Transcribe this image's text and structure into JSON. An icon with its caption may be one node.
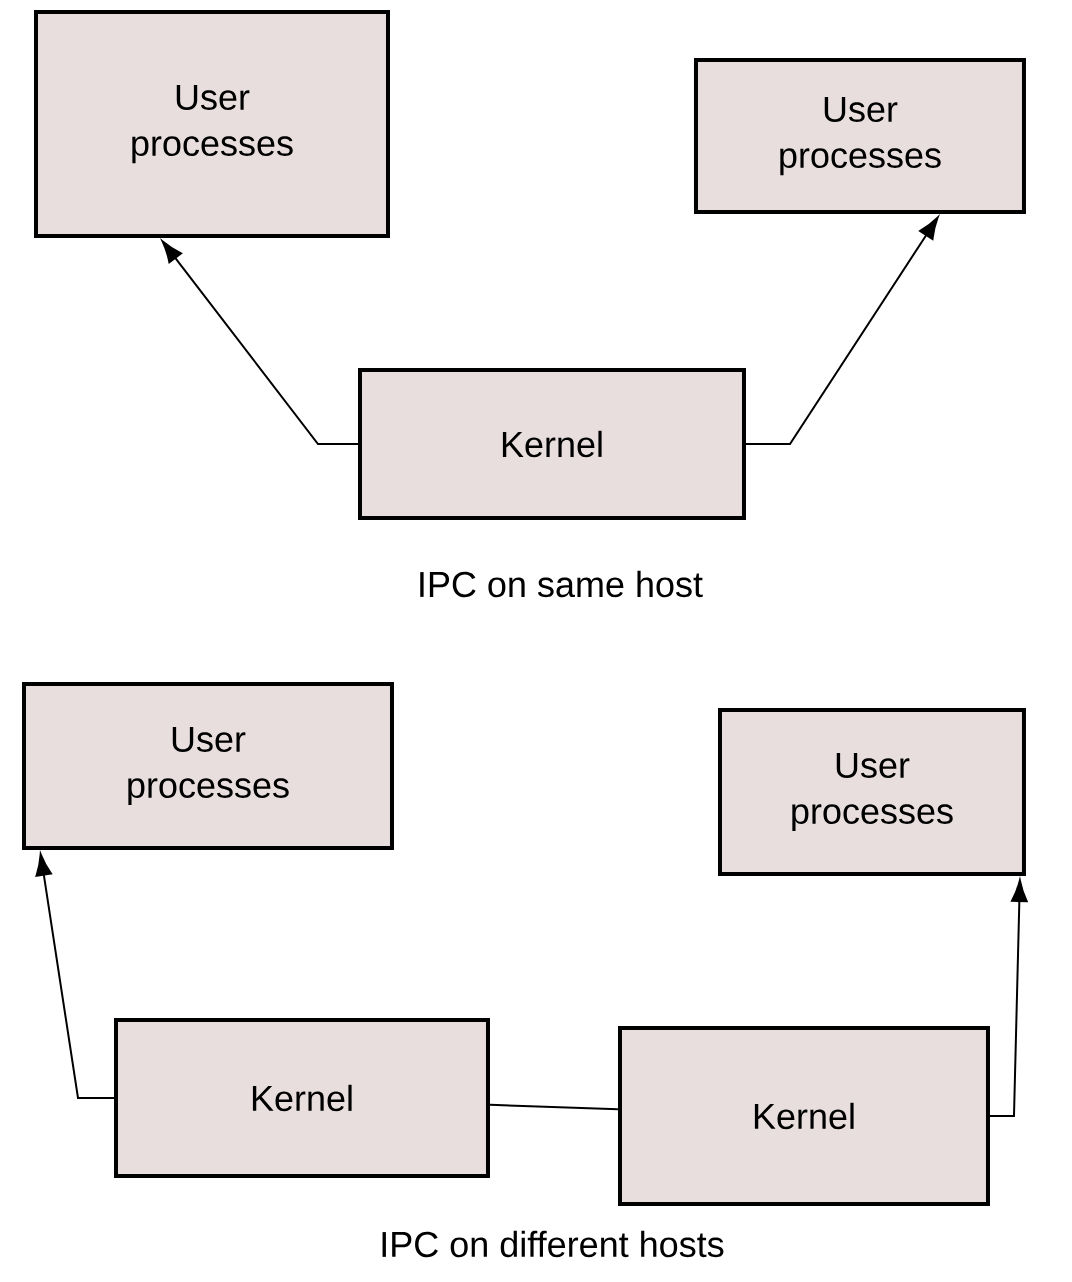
{
  "diagram": {
    "nodes": [
      {
        "text": [
          "User processes"
        ]
      },
      {
        "text": [
          "User processes"
        ]
      },
      {
        "text": [
          "Kernel"
        ]
      },
      {
        "text": [
          "User processes"
        ]
      },
      {
        "text": [
          "User processes"
        ]
      },
      {
        "text": [
          "Kernel"
        ]
      },
      {
        "text": [
          "Kernel"
        ]
      }
    ],
    "edges": [
      {
        "from": 2,
        "to": 0,
        "arrow": "to"
      },
      {
        "from": 2,
        "to": 1,
        "arrow": "to"
      },
      {
        "from": 5,
        "to": 3,
        "arrow": "to"
      },
      {
        "from": 6,
        "to": 4,
        "arrow": "to"
      },
      {
        "from": 5,
        "to": 6,
        "arrow": "none"
      }
    ],
    "labels": [
      "IPC on same host",
      "IPC on different hosts"
    ]
  }
}
